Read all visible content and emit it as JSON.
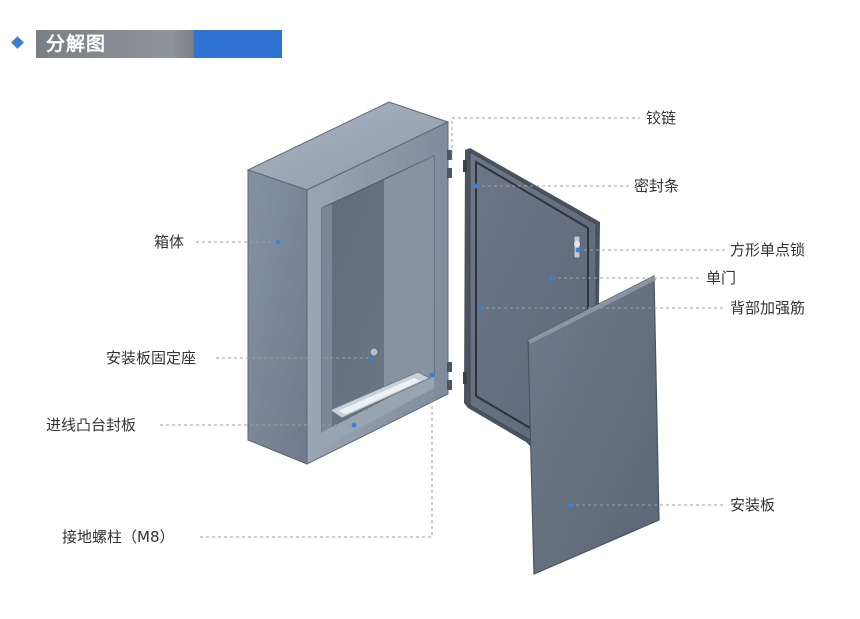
{
  "header": {
    "title": "分解图"
  },
  "labels": {
    "hinge": "铰链",
    "seal": "密封条",
    "lock": "方形单点锁",
    "door": "单门",
    "rib": "背部加强筋",
    "mounting_plate": "安装板",
    "box": "箱体",
    "plate_mount": "安装板固定座",
    "gland_plate": "进线凸台封板",
    "ground_stud": "接地螺柱（M8）"
  },
  "colors": {
    "accent": "#2f72d2",
    "title_bar": "#8e949b",
    "body": "#7d8a99",
    "leader": "#9aa0a6",
    "dot": "#3a7fd6"
  }
}
